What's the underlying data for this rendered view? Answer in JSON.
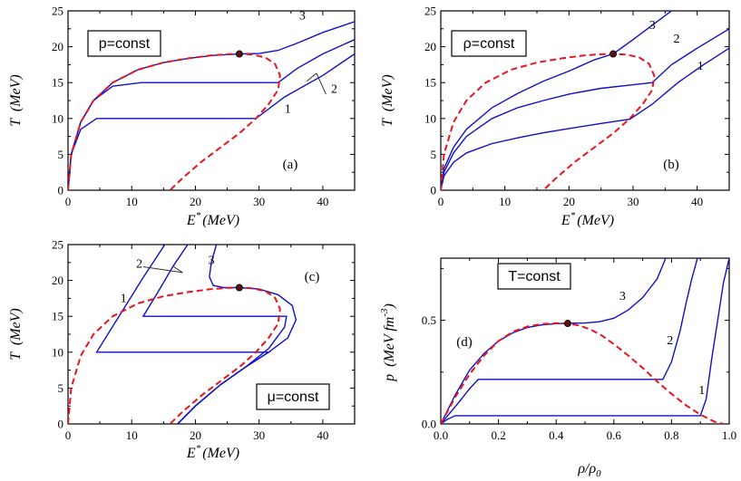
{
  "colors": {
    "blue": "#1010c8",
    "red": "#e8141e",
    "point": "#5a1010"
  },
  "chart_data": [
    {
      "id": "a",
      "type": "line",
      "panel_label": "(a)",
      "box_label": "p=const",
      "xlabel_var": "E",
      "xlabel_sup": "*",
      "xlabel_unit": "(MeV)",
      "ylabel_var": "T",
      "ylabel_unit": "(MeV)",
      "xlim": [
        0,
        45
      ],
      "ylim": [
        0,
        25
      ],
      "xticks": [
        0,
        10,
        20,
        30,
        40
      ],
      "yticks": [
        0,
        5,
        10,
        15,
        20,
        25
      ],
      "critical_point": [
        26.9,
        19.0
      ],
      "spinodal": {
        "x": [
          0,
          0.5,
          2,
          4,
          7,
          11,
          15,
          19,
          22.5,
          25,
          26.9,
          29,
          31,
          32.5,
          33.3,
          33,
          31.5,
          29.5,
          27,
          24,
          21,
          18,
          16
        ],
        "y": [
          0,
          5,
          9.5,
          12.5,
          15,
          16.8,
          17.8,
          18.4,
          18.8,
          18.95,
          19.0,
          18.9,
          18.5,
          17.6,
          16,
          14,
          12,
          10,
          8,
          6,
          4,
          1.7,
          0
        ]
      },
      "series": [
        {
          "label": "3",
          "x": [
            0,
            0.5,
            2,
            4,
            7,
            11,
            15,
            19,
            23,
            26.9,
            30,
            33,
            36,
            40,
            45
          ],
          "y": [
            0,
            5,
            9.5,
            12.5,
            15,
            16.8,
            17.8,
            18.4,
            18.8,
            19.0,
            19.05,
            19.5,
            20.5,
            22,
            23.5
          ]
        },
        {
          "label": "2",
          "x": [
            0,
            0.5,
            2,
            4,
            7,
            11.5,
            33,
            36,
            40,
            45
          ],
          "y": [
            0,
            5,
            9.5,
            12.5,
            14.5,
            15,
            15,
            17,
            19,
            21
          ]
        },
        {
          "label": "1",
          "x": [
            0,
            0.5,
            2,
            4.5,
            29.5,
            34,
            40,
            45
          ],
          "y": [
            0,
            5,
            8.5,
            10,
            10,
            13,
            16,
            19
          ]
        }
      ],
      "labels": [
        {
          "text": "3",
          "x": 36.8,
          "y": 23.8
        },
        {
          "text": "2",
          "x": 41.8,
          "y": 13.6
        },
        {
          "text": "1",
          "x": 34.5,
          "y": 10.8
        }
      ],
      "arrow": {
        "from": [
          40.5,
          13.4
        ],
        "to": [
          39,
          16.3
        ],
        "tip2": [
          37.5,
          15.2
        ]
      }
    },
    {
      "id": "b",
      "type": "line",
      "panel_label": "(b)",
      "box_label": "ρ=const",
      "xlabel_var": "E",
      "xlabel_sup": "*",
      "xlabel_unit": "(MeV)",
      "ylabel_var": "T",
      "ylabel_unit": "(MeV)",
      "xlim": [
        0,
        45
      ],
      "ylim": [
        0,
        25
      ],
      "xticks": [
        0,
        10,
        20,
        30,
        40
      ],
      "yticks": [
        0,
        5,
        10,
        15,
        20,
        25
      ],
      "critical_point": [
        26.9,
        19.0
      ],
      "spinodal": {
        "x": [
          0,
          0.5,
          2,
          4,
          7,
          11,
          15,
          19,
          22.5,
          25,
          26.9,
          29,
          31,
          32.5,
          33.3,
          33,
          31.5,
          29.5,
          27,
          24,
          21,
          18,
          16
        ],
        "y": [
          0,
          5,
          9.5,
          12.5,
          15,
          16.8,
          17.8,
          18.4,
          18.8,
          18.95,
          19.0,
          18.9,
          18.5,
          17.6,
          16,
          14,
          12,
          10,
          8,
          6,
          4,
          1.7,
          0
        ]
      },
      "series": [
        {
          "label": "3",
          "x": [
            0,
            0.5,
            2,
            4,
            8,
            12,
            16,
            20,
            24,
            26.9,
            30,
            33,
            36
          ],
          "y": [
            0,
            3,
            6,
            8.5,
            11.5,
            13.5,
            15.2,
            16.6,
            18.2,
            19.0,
            21,
            23,
            25
          ]
        },
        {
          "label": "2",
          "x": [
            0,
            0.5,
            2,
            4,
            8,
            12,
            16,
            20,
            25,
            30,
            33,
            36,
            40,
            45
          ],
          "y": [
            0,
            2.5,
            5.2,
            7.5,
            10,
            11.5,
            12.5,
            13.4,
            14.2,
            14.7,
            15,
            17.5,
            19.8,
            22.5
          ]
        },
        {
          "label": "1",
          "x": [
            0,
            0.5,
            2,
            4,
            8,
            12,
            16,
            20,
            25,
            29.5,
            33,
            37,
            41,
            45
          ],
          "y": [
            0,
            2,
            3.9,
            5.2,
            6.5,
            7.3,
            8,
            8.6,
            9.3,
            9.9,
            12,
            15,
            17.5,
            19.8
          ]
        }
      ],
      "labels": [
        {
          "text": "3",
          "x": 33,
          "y": 22.5
        },
        {
          "text": "2",
          "x": 36.8,
          "y": 20.6
        },
        {
          "text": "1",
          "x": 40.5,
          "y": 16.8
        }
      ]
    },
    {
      "id": "c",
      "type": "line",
      "panel_label": "(c)",
      "box_label": "μ=const",
      "xlabel_var": "E",
      "xlabel_sup": "*",
      "xlabel_unit": "(MeV)",
      "ylabel_var": "T",
      "ylabel_unit": "(MeV)",
      "xlim": [
        0,
        45
      ],
      "ylim": [
        0,
        25
      ],
      "xticks": [
        0,
        10,
        20,
        30,
        40
      ],
      "yticks": [
        0,
        5,
        10,
        15,
        20,
        25
      ],
      "critical_point": [
        26.9,
        19.0
      ],
      "spinodal": {
        "x": [
          0,
          0.5,
          2,
          4,
          7,
          11,
          15,
          19,
          22.5,
          25,
          26.9,
          29,
          31,
          32.5,
          33.3,
          33,
          31.5,
          29.5,
          27,
          24,
          21,
          18,
          16
        ],
        "y": [
          0,
          5,
          9.5,
          12.5,
          15,
          16.8,
          17.8,
          18.4,
          18.8,
          18.95,
          19.0,
          18.9,
          18.5,
          17.6,
          16,
          14,
          12,
          10,
          8,
          6,
          4,
          1.7,
          0
        ]
      },
      "series": [
        {
          "label": "3",
          "x": [
            23.3,
            22.5,
            22.2,
            22.8,
            24.5,
            26.9,
            30,
            33,
            35.2,
            35.8,
            34.5,
            31.5,
            28,
            24,
            20,
            17.2
          ],
          "y": [
            25,
            22.5,
            20.5,
            19.3,
            19.0,
            19.0,
            18.8,
            18,
            16.5,
            14.5,
            12,
            10,
            8,
            5.5,
            2.5,
            0
          ]
        },
        {
          "label": "2",
          "x": [
            18.8,
            16.5,
            14.2,
            11.8,
            34.3,
            34,
            31.5,
            28,
            24,
            20,
            17.2
          ],
          "y": [
            25,
            22,
            18.5,
            15,
            15,
            13.5,
            10.5,
            8,
            5.5,
            2.5,
            0
          ]
        },
        {
          "label": "1",
          "x": [
            15.2,
            11.5,
            8,
            4.5,
            31.5,
            28,
            24,
            20,
            17.2
          ],
          "y": [
            25,
            20,
            15,
            10,
            10,
            8,
            5.5,
            2.5,
            0
          ]
        }
      ],
      "labels": [
        {
          "text": "3",
          "x": 22.5,
          "y": 22.3
        },
        {
          "text": "2",
          "x": 11.2,
          "y": 21.8
        },
        {
          "text": "1",
          "x": 8.7,
          "y": 17
        }
      ],
      "arrow": {
        "from": [
          11.8,
          21.9
        ],
        "to": [
          18,
          21.1
        ],
        "tip2": [
          16.6,
          21.9
        ]
      }
    },
    {
      "id": "d",
      "type": "line",
      "panel_label": "(d)",
      "box_label": "T=const",
      "xlabel_var": "ρ/ρ",
      "xlabel_sub": "0",
      "ylabel_var": "p",
      "ylabel_unit": "(MeV fm",
      "ylabel_sup": "-3",
      "ylabel_close": ")",
      "xlim": [
        0,
        1.0
      ],
      "ylim": [
        0,
        0.8
      ],
      "xticks": [
        0.0,
        0.2,
        0.4,
        0.6,
        0.8,
        1.0
      ],
      "yticks": [
        0.0,
        0.5
      ],
      "critical_point": [
        0.44,
        0.485
      ],
      "spinodal": {
        "x": [
          0,
          0.05,
          0.1,
          0.15,
          0.2,
          0.25,
          0.3,
          0.35,
          0.4,
          0.44,
          0.48,
          0.52,
          0.56,
          0.6,
          0.65,
          0.7,
          0.75,
          0.8,
          0.85,
          0.9,
          0.95,
          0.98
        ],
        "y": [
          0,
          0.13,
          0.24,
          0.33,
          0.4,
          0.445,
          0.47,
          0.482,
          0.486,
          0.485,
          0.475,
          0.455,
          0.425,
          0.385,
          0.33,
          0.27,
          0.205,
          0.145,
          0.09,
          0.045,
          0.01,
          0
        ]
      },
      "series": [
        {
          "label": "3",
          "x": [
            0,
            0.05,
            0.1,
            0.15,
            0.2,
            0.25,
            0.3,
            0.35,
            0.4,
            0.44,
            0.5,
            0.55,
            0.6,
            0.65,
            0.7,
            0.75,
            0.78
          ],
          "y": [
            0,
            0.14,
            0.26,
            0.34,
            0.4,
            0.44,
            0.465,
            0.478,
            0.484,
            0.486,
            0.487,
            0.493,
            0.51,
            0.55,
            0.61,
            0.7,
            0.8
          ]
        },
        {
          "label": "2",
          "x": [
            0,
            0.06,
            0.1,
            0.13,
            0.77,
            0.8,
            0.83,
            0.85,
            0.87,
            0.89
          ],
          "y": [
            0,
            0.1,
            0.17,
            0.215,
            0.215,
            0.3,
            0.45,
            0.58,
            0.7,
            0.8
          ]
        },
        {
          "label": "1",
          "x": [
            0,
            0.02,
            0.05,
            0.9,
            0.92,
            0.94,
            0.96,
            0.98,
            1.0
          ],
          "y": [
            0,
            0.02,
            0.04,
            0.04,
            0.12,
            0.32,
            0.5,
            0.68,
            0.8
          ]
        }
      ],
      "labels": [
        {
          "text": "3",
          "x": 0.63,
          "y": 0.6
        },
        {
          "text": "2",
          "x": 0.795,
          "y": 0.385
        },
        {
          "text": "1",
          "x": 0.905,
          "y": 0.145
        }
      ]
    }
  ]
}
